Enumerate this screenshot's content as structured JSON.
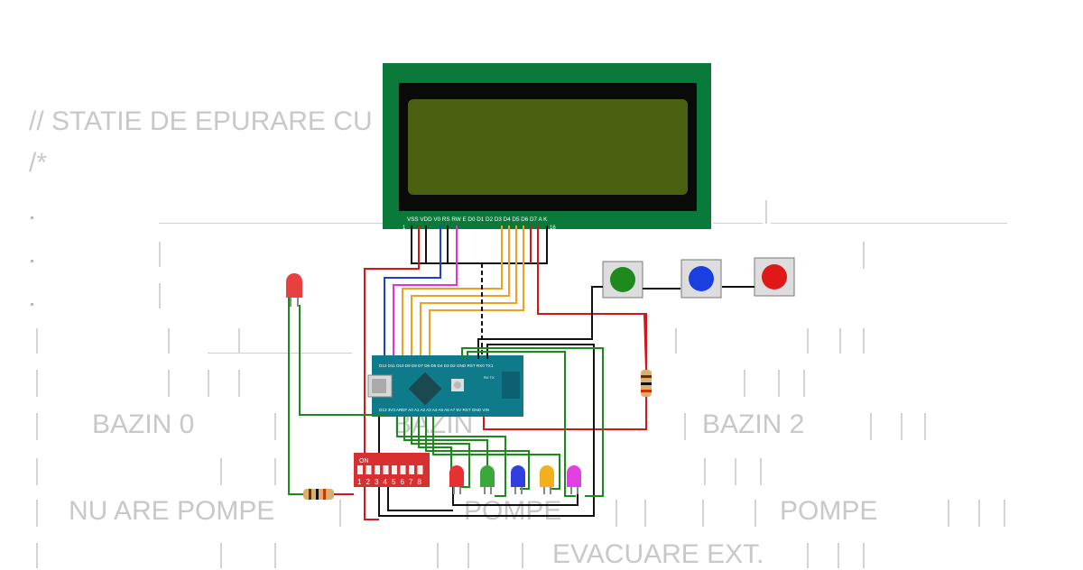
{
  "background_text": {
    "line1": "// STATIE DE EPURARE CU",
    "line2": "/*",
    "bazin0": "BAZIN 0",
    "bazin1": "BAZIN",
    "bazin2": "BAZIN 2",
    "nu_are_pompe": "NU ARE POMPE",
    "pompe_mid": "POMPE",
    "pompe_right": "POMPE",
    "evacuare": "EVACUARE EXT."
  },
  "lcd": {
    "pin_labels": "VSS VDD V0 RS RW E D0 D1 D2 D3 D4 D5 D6 D7 A K",
    "pin_first": "1",
    "pin_last": "16"
  },
  "arduino": {
    "top_header": "D12 D11 D10 D9 D8 D7 D6 D5 D4 D3 D2 GND RST RX0 TX1",
    "bottom_header": "D13 3V3 AREF A0 A1 A2 A3 A4 A5 A6 A7 5V RST GND VIN",
    "chip_label": "RX  TX"
  },
  "dip_switch": {
    "on_label": "ON",
    "numbers": [
      "1",
      "2",
      "3",
      "4",
      "5",
      "6",
      "7",
      "8"
    ]
  },
  "buttons": [
    {
      "name": "green",
      "color": "#1e8a1e"
    },
    {
      "name": "blue",
      "color": "#1a3fe0"
    },
    {
      "name": "red",
      "color": "#e01818"
    }
  ],
  "leds": [
    {
      "name": "red-top",
      "color": "#e84040"
    },
    {
      "name": "red",
      "color": "#e83030"
    },
    {
      "name": "green",
      "color": "#3aa83a"
    },
    {
      "name": "blue",
      "color": "#3040e0"
    },
    {
      "name": "yellow",
      "color": "#f0b020"
    },
    {
      "name": "magenta",
      "color": "#e040e0"
    }
  ],
  "colors": {
    "wire_green": "#1a8a1a",
    "wire_red": "#d01818",
    "wire_black": "#111111",
    "wire_orange": "#f0a020",
    "wire_blue": "#1f3fd0",
    "wire_magenta": "#e030e0",
    "lcd_frame": "#0a7a3a",
    "lcd_screen": "#4a6010",
    "board": "#0f7a8a"
  }
}
